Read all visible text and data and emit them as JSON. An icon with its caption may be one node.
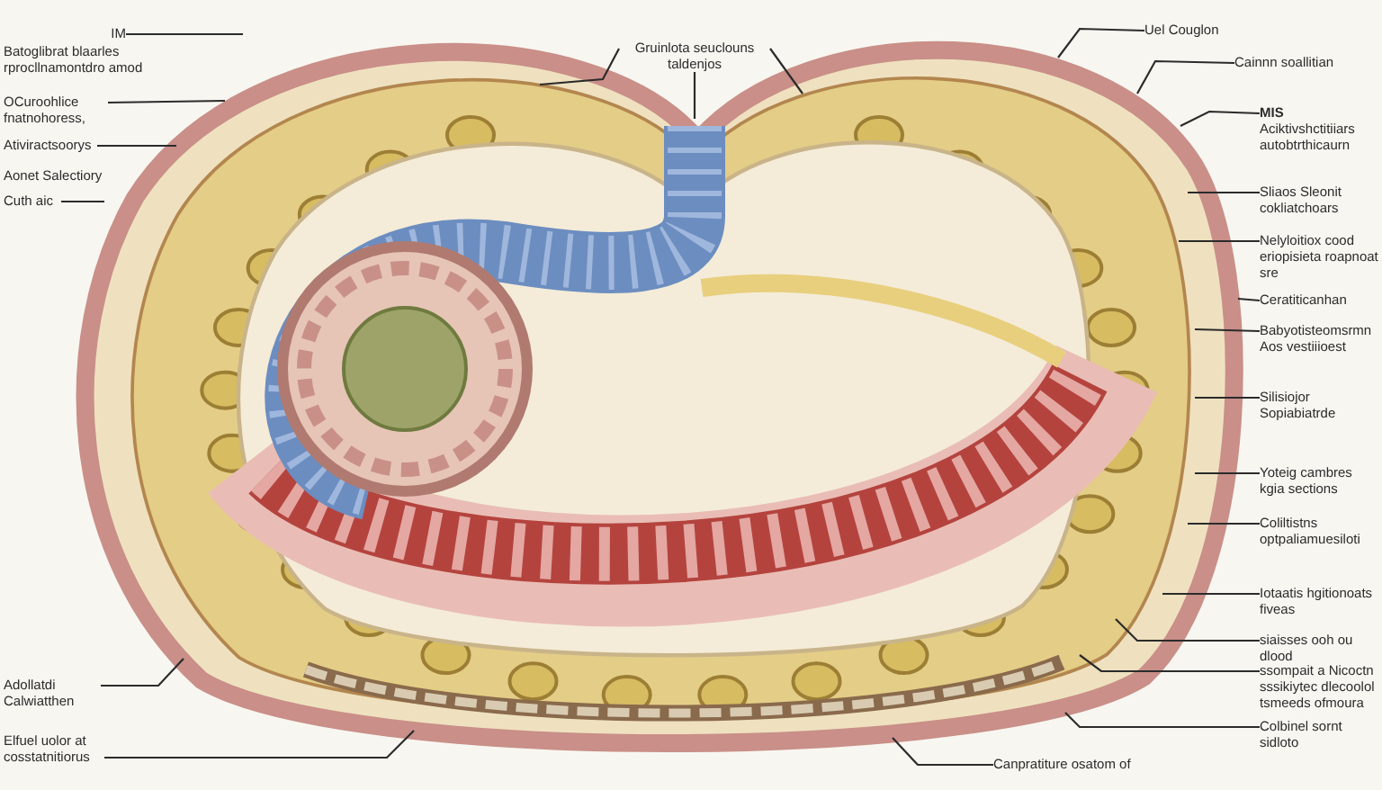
{
  "diagram": {
    "nodes": [
      {
        "text": [
          "IM"
        ]
      },
      {
        "text": [
          "OCuroohlice fnatnohoress,"
        ]
      },
      {
        "text": [
          "Ativiractsoorys"
        ]
      },
      {
        "text": [
          "Cuth aic"
        ]
      },
      {
        "text": [
          "Adollatdi Calwiatthen"
        ]
      },
      {
        "text": [
          "Elfuel uolor at cosstatnitiorus"
        ]
      },
      {
        "text": [
          "Gruinlota seuclouns taldenjos"
        ]
      },
      {
        "text": [
          "Uel Couglon"
        ]
      },
      {
        "text": [
          "Cainnn soallitian"
        ]
      },
      {
        "text": [
          "MIS",
          "Aciktivshctitiiars autobtrthicaurn"
        ]
      },
      {
        "text": [
          "Sliaos Sleonit cokliatchoars"
        ]
      },
      {
        "text": [
          "Nelyloitiox cood eriopisieta roapnoat sre"
        ]
      },
      {
        "text": [
          "Ceratiticanhan"
        ]
      },
      {
        "text": [
          "Babyotisteomsrmn Aos vestiiioest"
        ]
      },
      {
        "text": [
          "Silisiojor Sopiabiatrde"
        ]
      },
      {
        "text": [
          "Yoteig cambres kgia sections"
        ]
      },
      {
        "text": [
          "Coliltistns optpaliamuesiloti"
        ]
      },
      {
        "text": [
          "Iotaatis hgitionoats fiveas"
        ]
      },
      {
        "text": [
          "siaisses ooh ou dlood"
        ]
      },
      {
        "text": [
          "ssompait a Nicoctn sssikiytec dlecoolol tsmeeds ofmoura"
        ]
      },
      {
        "text": [
          "Colbinel sornt sidloto"
        ]
      },
      {
        "text": [
          "Canpratiture osatom of"
        ]
      }
    ],
    "edges": [
      {
        "from": 0,
        "to": null,
        "arrow": "none"
      },
      {
        "from": 1,
        "to": null,
        "arrow": "none"
      },
      {
        "from": 2,
        "to": null,
        "arrow": "none"
      },
      {
        "from": 3,
        "to": null,
        "arrow": "none"
      },
      {
        "from": 4,
        "to": null,
        "arrow": "none"
      },
      {
        "from": 5,
        "to": null,
        "arrow": "none"
      },
      {
        "from": 6,
        "to": null,
        "arrow": "none"
      },
      {
        "from": 6,
        "to": null,
        "arrow": "none"
      },
      {
        "from": 6,
        "to": null,
        "arrow": "none"
      },
      {
        "from": 7,
        "to": null,
        "arrow": "none"
      },
      {
        "from": 8,
        "to": null,
        "arrow": "none"
      },
      {
        "from": 9,
        "to": null,
        "arrow": "none"
      },
      {
        "from": 10,
        "to": null,
        "arrow": "none"
      },
      {
        "from": 11,
        "to": null,
        "arrow": "none"
      },
      {
        "from": 12,
        "to": null,
        "arrow": "none"
      },
      {
        "from": 13,
        "to": null,
        "arrow": "none"
      },
      {
        "from": 14,
        "to": null,
        "arrow": "none"
      },
      {
        "from": 15,
        "to": null,
        "arrow": "none"
      },
      {
        "from": 16,
        "to": null,
        "arrow": "none"
      },
      {
        "from": 17,
        "to": null,
        "arrow": "none"
      },
      {
        "from": 18,
        "to": null,
        "arrow": "none"
      },
      {
        "from": 19,
        "to": null,
        "arrow": "none"
      },
      {
        "from": 20,
        "to": null,
        "arrow": "none"
      },
      {
        "from": 21,
        "to": null,
        "arrow": "none"
      }
    ],
    "labels": [
      "Batoglibrat blaarles rprocllnamontdro amod",
      "Aonet Salectiory"
    ]
  }
}
